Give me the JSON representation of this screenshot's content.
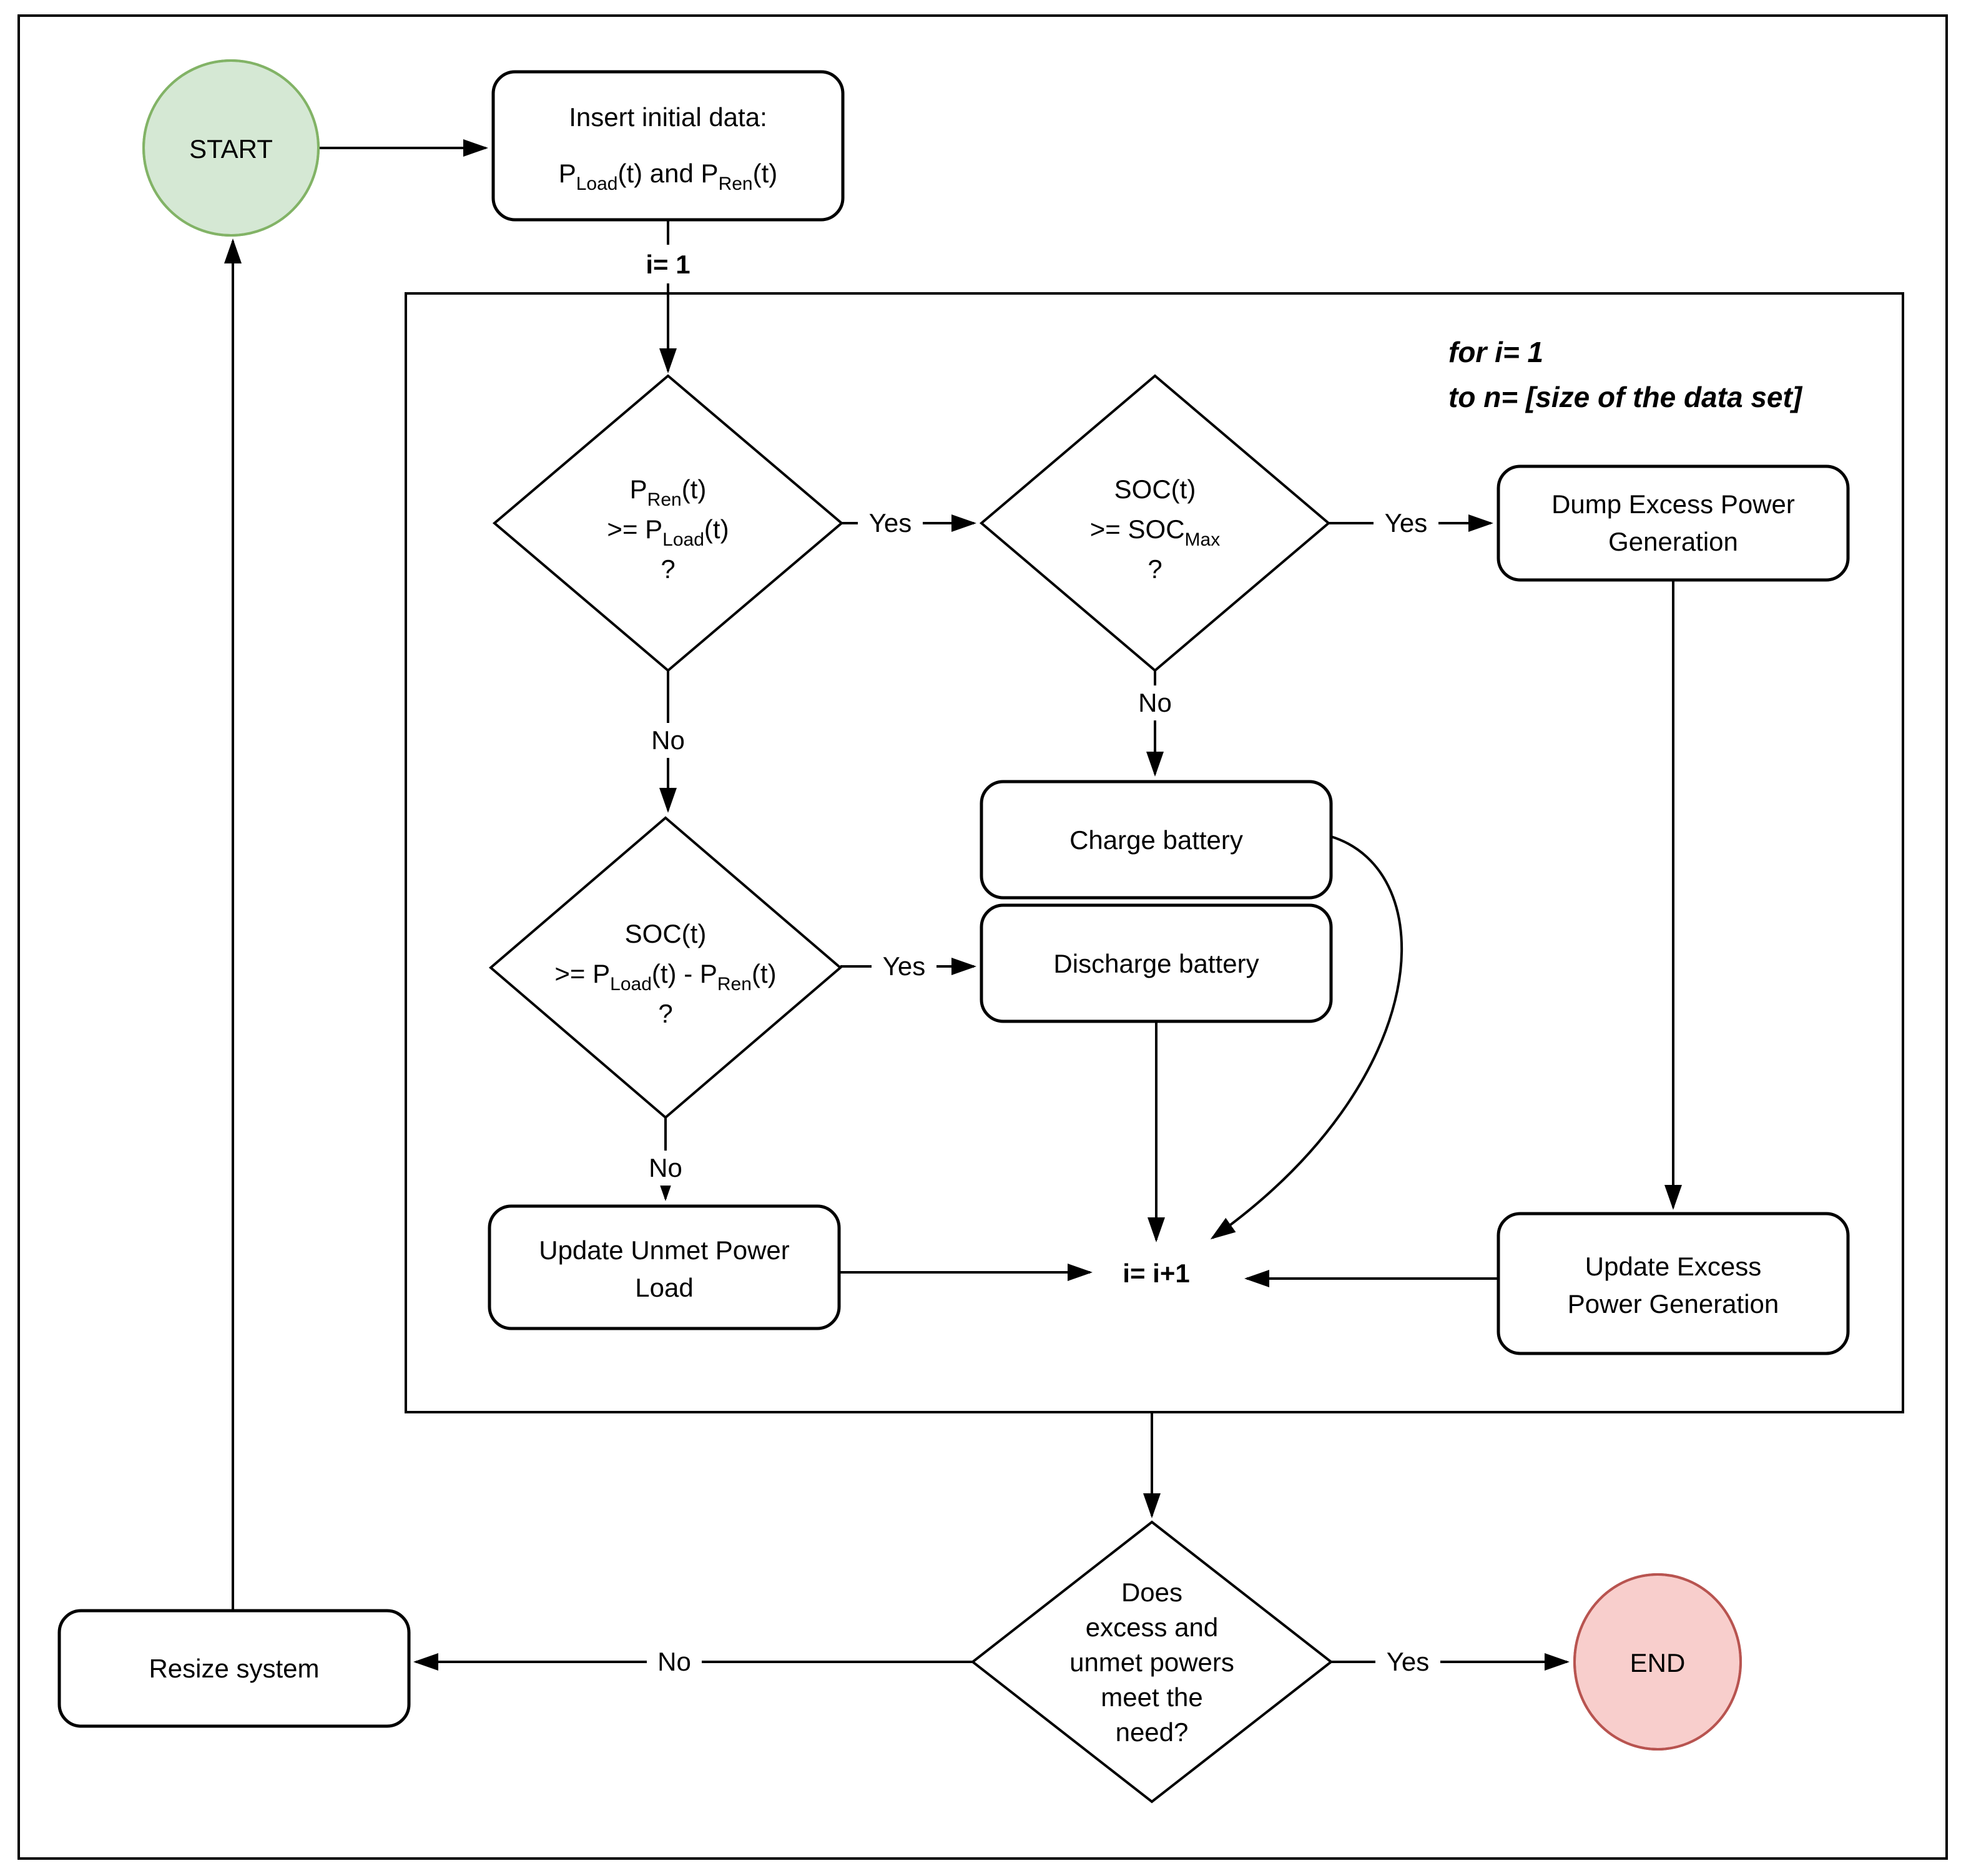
{
  "flow": {
    "start": "START",
    "end": "END",
    "insert": {
      "t1": "Insert initial data:",
      "p": "P",
      "load": "Load",
      "mid": "(t) and  P",
      "ren": "Ren",
      "tail": "(t)"
    },
    "i_init": "i= 1",
    "note1": "for i= 1",
    "note2": "to n= [size of the data set]",
    "d1": {
      "p": "P",
      "ren": "Ren",
      "t": "(t)",
      "ge_p": ">= P",
      "load": "Load",
      "t2": "(t)",
      "q": "?"
    },
    "d2": {
      "l1": "SOC(t)",
      "ge": ">= SOC",
      "max": "Max",
      "q": "?"
    },
    "d3": {
      "l1": "SOC(t)",
      "ge": ">= P",
      "load": "Load",
      "mid": "(t) - P",
      "ren": "Ren",
      "tail": "(t)",
      "q": "?"
    },
    "dump": {
      "l1": "Dump Excess Power",
      "l2": "Generation"
    },
    "charge": "Charge battery",
    "discharge": "Discharge battery",
    "unmet": {
      "l1": "Update Unmet Power",
      "l2": "Load"
    },
    "i_inc": "i= i+1",
    "excess": {
      "l1": "Update Excess",
      "l2": "Power Generation"
    },
    "d4": {
      "l1": "Does",
      "l2": "excess and",
      "l3": "unmet powers",
      "l4": "meet the",
      "l5": "need?"
    },
    "resize": "Resize system",
    "yes": "Yes",
    "no": "No"
  },
  "colors": {
    "start_fill": "#d5e8d4",
    "start_stroke": "#82b366",
    "end_fill": "#f8cecc",
    "end_stroke": "#b85450",
    "line": "#000000",
    "background": "#ffffff"
  }
}
